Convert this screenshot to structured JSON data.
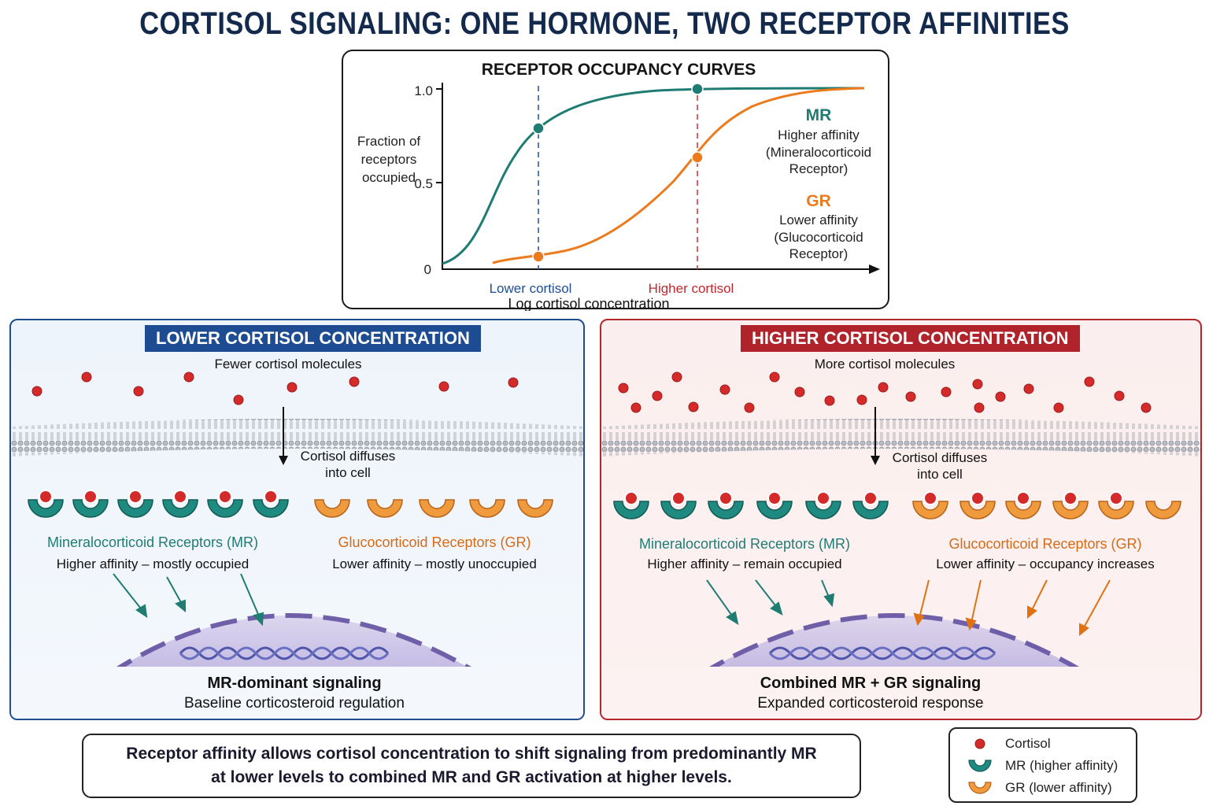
{
  "title": "CORTISOL SIGNALING: ONE HORMONE, TWO RECEPTOR AFFINITIES",
  "colors": {
    "mr": "#1f7c73",
    "gr": "#ec7b1e",
    "cortisol": "#d42a2a",
    "low_blue": "#1d4c92",
    "high_red": "#b0232a"
  },
  "chart": {
    "title": "RECEPTOR OCCUPANCY CURVES",
    "ylabel": [
      "Fraction of",
      "receptors",
      "occupied"
    ],
    "xlabel": "Log cortisol concentration",
    "marker_low": "Lower cortisol",
    "marker_high": "Higher cortisol",
    "mr_label": {
      "name": "MR",
      "desc": [
        "Higher affinity",
        "(Mineralocorticoid",
        "Receptor)"
      ]
    },
    "gr_label": {
      "name": "GR",
      "desc": [
        "Lower affinity",
        "(Glucocorticoid",
        "Receptor)"
      ]
    }
  },
  "chart_data": {
    "type": "line",
    "title": "RECEPTOR OCCUPANCY CURVES",
    "xlabel": "Log cortisol concentration",
    "ylabel": "Fraction of receptors occupied",
    "ylim": [
      0,
      1.0
    ],
    "yticks": [
      "0",
      "0.5",
      "1.0"
    ],
    "x_markers": [
      "Lower cortisol",
      "Higher cortisol"
    ],
    "series": [
      {
        "name": "MR",
        "markers": [
          {
            "at": "Lower cortisol",
            "y": 0.8
          },
          {
            "at": "Higher cortisol",
            "y": 1.0
          }
        ]
      },
      {
        "name": "GR",
        "markers": [
          {
            "at": "Lower cortisol",
            "y": 0.07
          },
          {
            "at": "Higher cortisol",
            "y": 0.63
          }
        ]
      }
    ]
  },
  "low_panel": {
    "banner": "LOWER CORTISOL CONCENTRATION",
    "molecules_label": "Fewer cortisol molecules",
    "diffuse_label": [
      "Cortisol diffuses",
      "into cell"
    ],
    "mr_title": "Mineralocorticoid Receptors (MR)",
    "mr_desc": "Higher affinity – mostly occupied",
    "gr_title": "Glucocorticoid Receptors (GR)",
    "gr_desc": "Lower affinity – mostly unoccupied",
    "result_title": "MR-dominant signaling",
    "result_desc": "Baseline corticosteroid regulation",
    "mr_occupied": 6,
    "mr_total": 6,
    "gr_occupied": 0,
    "gr_total": 5
  },
  "high_panel": {
    "banner": "HIGHER CORTISOL CONCENTRATION",
    "molecules_label": "More cortisol molecules",
    "diffuse_label": [
      "Cortisol diffuses",
      "into cell"
    ],
    "mr_title": "Mineralocorticoid Receptors (MR)",
    "mr_desc": "Higher affinity – remain occupied",
    "gr_title": "Glucocorticoid Receptors (GR)",
    "gr_desc": "Lower affinity – occupancy increases",
    "result_title": "Combined MR + GR signaling",
    "result_desc": "Expanded corticosteroid response",
    "mr_occupied": 6,
    "mr_total": 6,
    "gr_occupied": 5,
    "gr_total": 6
  },
  "summary": [
    "Receptor affinity allows cortisol concentration to shift signaling from predominantly MR",
    "at lower levels to combined MR and GR activation at higher levels."
  ],
  "legend": [
    {
      "icon": "cortisol-dot",
      "label": "Cortisol"
    },
    {
      "icon": "mr-receptor",
      "label": "MR (higher affinity)"
    },
    {
      "icon": "gr-receptor",
      "label": "GR (lower affinity)"
    }
  ]
}
